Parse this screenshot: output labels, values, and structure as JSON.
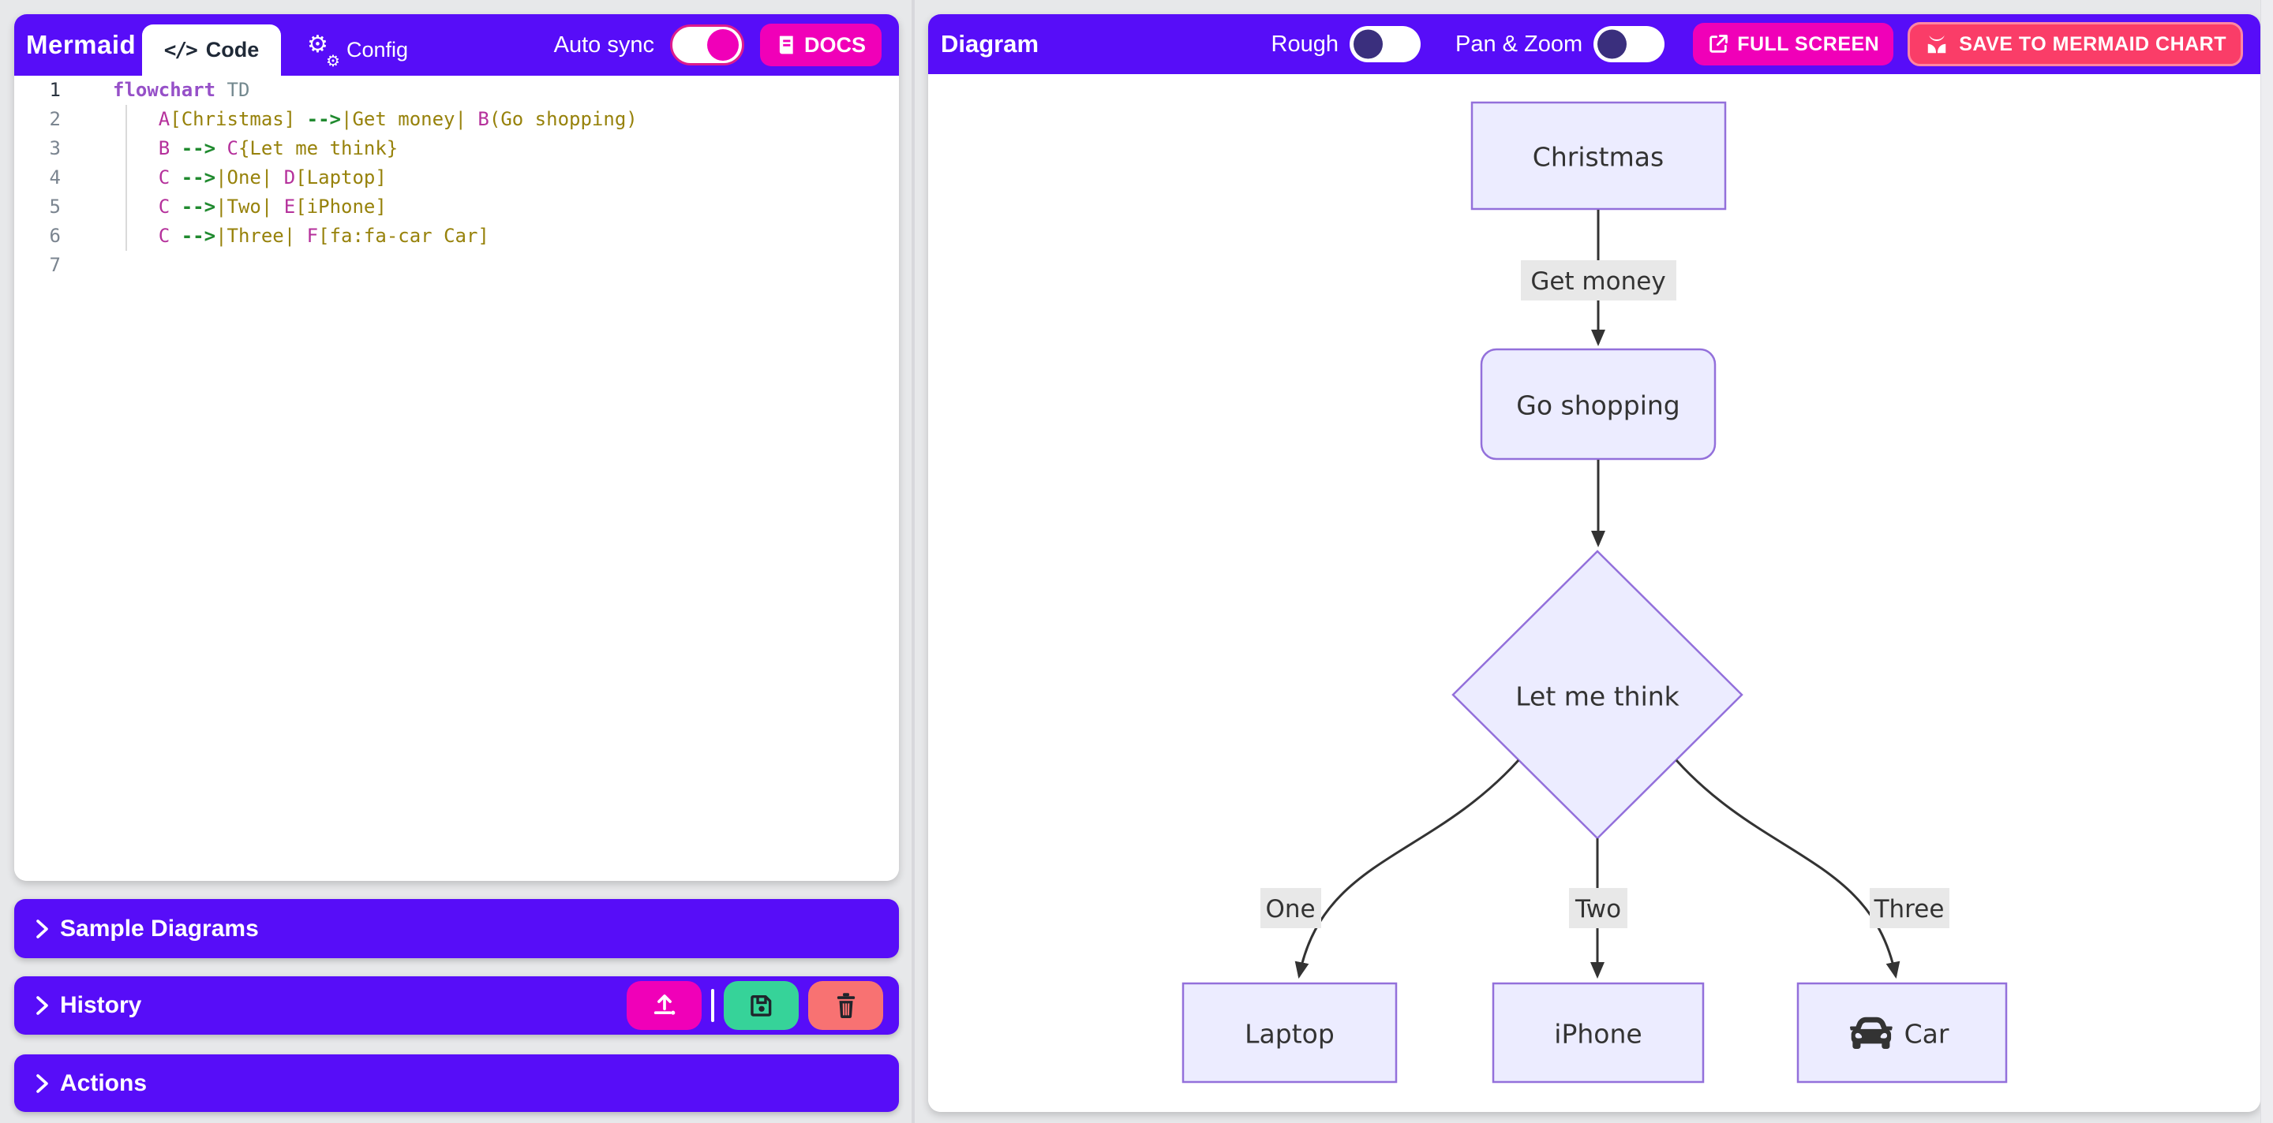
{
  "brand": "Mermaid",
  "left_header": {
    "code_tab_icon_text": "</>",
    "tabs": {
      "code": "Code",
      "config": "Config"
    },
    "auto_sync_label": "Auto sync",
    "auto_sync_on": true,
    "docs_label": "DOCS"
  },
  "editor": {
    "lines": [
      {
        "num": "1",
        "tokens": [
          {
            "t": "flowchart",
            "c": "kw"
          },
          {
            "t": " ",
            "c": ""
          },
          {
            "t": "TD",
            "c": "meta"
          }
        ]
      },
      {
        "num": "2",
        "tokens": [
          {
            "t": "    ",
            "c": ""
          },
          {
            "t": "A",
            "c": "node"
          },
          {
            "t": "[Christmas]",
            "c": "str"
          },
          {
            "t": " ",
            "c": ""
          },
          {
            "t": "-->",
            "c": "arrow"
          },
          {
            "t": "|Get money|",
            "c": "str"
          },
          {
            "t": " ",
            "c": ""
          },
          {
            "t": "B",
            "c": "node"
          },
          {
            "t": "(Go shopping)",
            "c": "str"
          }
        ]
      },
      {
        "num": "3",
        "tokens": [
          {
            "t": "    ",
            "c": ""
          },
          {
            "t": "B",
            "c": "node"
          },
          {
            "t": " ",
            "c": ""
          },
          {
            "t": "-->",
            "c": "arrow"
          },
          {
            "t": " ",
            "c": ""
          },
          {
            "t": "C",
            "c": "node"
          },
          {
            "t": "{Let me think}",
            "c": "str"
          }
        ]
      },
      {
        "num": "4",
        "tokens": [
          {
            "t": "    ",
            "c": ""
          },
          {
            "t": "C",
            "c": "node"
          },
          {
            "t": " ",
            "c": ""
          },
          {
            "t": "-->",
            "c": "arrow"
          },
          {
            "t": "|One|",
            "c": "str"
          },
          {
            "t": " ",
            "c": ""
          },
          {
            "t": "D",
            "c": "node"
          },
          {
            "t": "[Laptop]",
            "c": "str"
          }
        ]
      },
      {
        "num": "5",
        "tokens": [
          {
            "t": "    ",
            "c": ""
          },
          {
            "t": "C",
            "c": "node"
          },
          {
            "t": " ",
            "c": ""
          },
          {
            "t": "-->",
            "c": "arrow"
          },
          {
            "t": "|Two|",
            "c": "str"
          },
          {
            "t": " ",
            "c": ""
          },
          {
            "t": "E",
            "c": "node"
          },
          {
            "t": "[iPhone]",
            "c": "str"
          }
        ]
      },
      {
        "num": "6",
        "tokens": [
          {
            "t": "    ",
            "c": ""
          },
          {
            "t": "C",
            "c": "node"
          },
          {
            "t": " ",
            "c": ""
          },
          {
            "t": "-->",
            "c": "arrow"
          },
          {
            "t": "|Three|",
            "c": "str"
          },
          {
            "t": " ",
            "c": ""
          },
          {
            "t": "F",
            "c": "node"
          },
          {
            "t": "[fa:fa-car Car]",
            "c": "str"
          }
        ]
      },
      {
        "num": "7",
        "tokens": []
      }
    ]
  },
  "sections": {
    "sample_label": "Sample Diagrams",
    "history_label": "History",
    "actions_label": "Actions"
  },
  "right_header": {
    "title": "Diagram",
    "rough_label": "Rough",
    "rough_on": false,
    "panzoom_label": "Pan & Zoom",
    "panzoom_on": false,
    "fullscreen_label": "FULL SCREEN",
    "save_label": "SAVE TO MERMAID CHART"
  },
  "diagram": {
    "nodes": {
      "christmas": "Christmas",
      "go_shopping": "Go shopping",
      "let_me_think": "Let me think",
      "laptop": "Laptop",
      "iphone": "iPhone",
      "car": "Car"
    },
    "edge_labels": {
      "get_money": "Get money",
      "one": "One",
      "two": "Two",
      "three": "Three"
    }
  },
  "icons": {
    "code-tab-icon": "</> text glyph",
    "gear-icon": "⚙ unicode gears",
    "book-icon": "svg book",
    "external-link-icon": "svg box with arrow",
    "mermaid-logo-icon": "svg twin-petal M",
    "chevron-right-icon": "svg chevron",
    "upload-icon": "svg arrow up from tray",
    "floppy-save-icon": "svg floppy disk",
    "trash-icon": "svg trash can",
    "car-icon": "svg car silhouette"
  },
  "colors": {
    "primary": "#570DF8",
    "secondary": "#F000B8",
    "success": "#36D399",
    "error": "#F87272",
    "save_fill": "#FA3D68",
    "save_border": "#FF87A2",
    "node_fill": "#ECECFF",
    "node_border": "#9370DB",
    "edge": "#333333",
    "edge_label_bg": "#E8E8E8"
  }
}
